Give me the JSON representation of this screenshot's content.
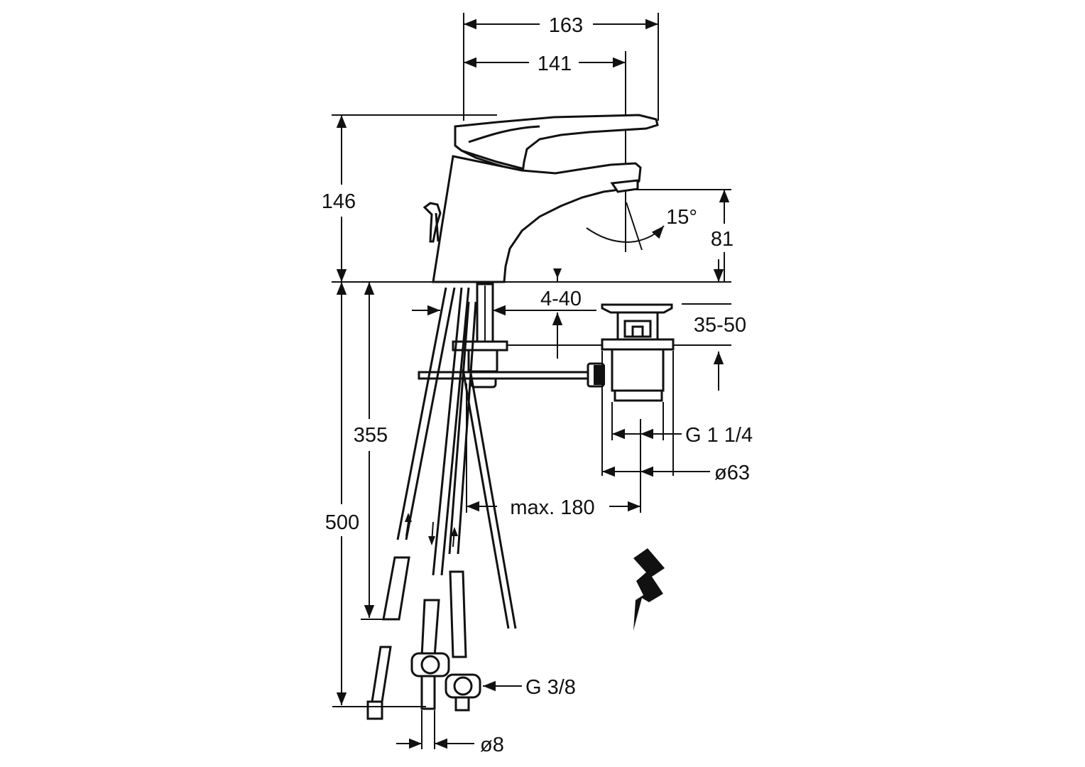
{
  "drawing": {
    "line_color": "#111111",
    "background": "#ffffff"
  },
  "dimensions": {
    "overall_depth": "163",
    "spout_reach": "141",
    "overall_height": "146",
    "spout_angle": "15°",
    "spout_height": "81",
    "deck_thickness": "4-40",
    "waste_thickness": "35-50",
    "supply_hose_length": "355",
    "hose_length_total": "500",
    "waste_thread": "G 1 1/4",
    "waste_diameter": "ø63",
    "rod_max": "max. 180",
    "hose_thread": "G 3/8",
    "hose_diameter": "ø8"
  },
  "symbols": {
    "electric": "lightning-icon"
  }
}
